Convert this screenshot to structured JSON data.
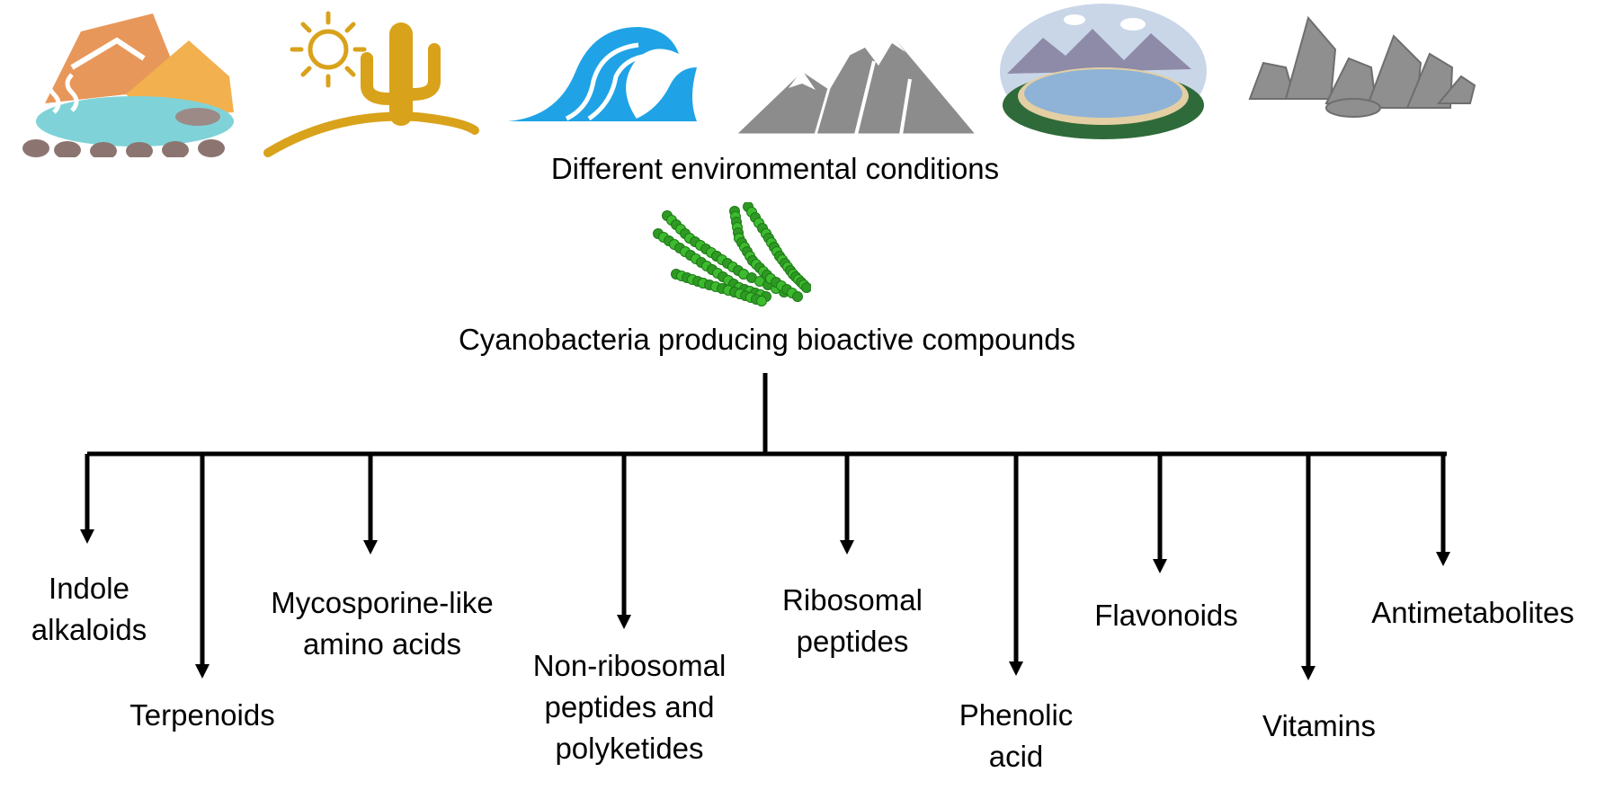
{
  "environment_title": "Different environmental conditions",
  "source_title": "Cyanobacteria producing bioactive compounds",
  "environment_icons": [
    {
      "name": "hot-spring-icon"
    },
    {
      "name": "desert-icon"
    },
    {
      "name": "ocean-wave-icon"
    },
    {
      "name": "mountain-icon"
    },
    {
      "name": "lake-icon"
    },
    {
      "name": "rocks-icon"
    }
  ],
  "organism_icon": "cyanobacteria-icon",
  "compounds": [
    {
      "lines": [
        "Indole",
        "alkaloids"
      ]
    },
    {
      "lines": [
        "Terpenoids"
      ]
    },
    {
      "lines": [
        "Mycosporine-like",
        "amino acids"
      ]
    },
    {
      "lines": [
        "Non-ribosomal",
        "peptides and",
        "polyketides"
      ]
    },
    {
      "lines": [
        "Ribosomal",
        "peptides"
      ]
    },
    {
      "lines": [
        "Phenolic",
        "acid"
      ]
    },
    {
      "lines": [
        "Flavonoids"
      ]
    },
    {
      "lines": [
        "Vitamins"
      ]
    },
    {
      "lines": [
        "Antimetabolites"
      ]
    }
  ],
  "colors": {
    "line": "#000000",
    "desert": "#D9A21B",
    "wave": "#1FA3E6",
    "mountain": "#8C8C8C",
    "rocks": "#8F8F8F",
    "algae": "#3DBB2E"
  }
}
